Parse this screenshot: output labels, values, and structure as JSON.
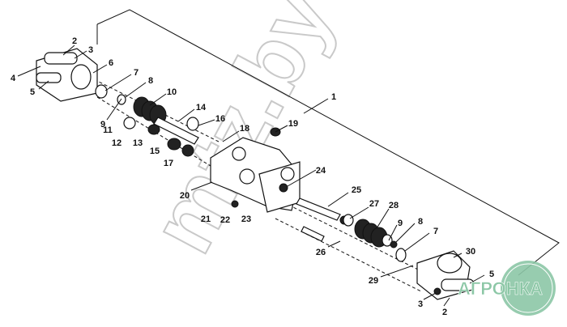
{
  "diagram": {
    "labels": [
      "1",
      "2",
      "3",
      "4",
      "5",
      "6",
      "7",
      "8",
      "9",
      "10",
      "11",
      "12",
      "13",
      "14",
      "15",
      "16",
      "17",
      "18",
      "19",
      "20",
      "21",
      "22",
      "23",
      "24",
      "25",
      "26",
      "27",
      "28",
      "9",
      "8",
      "7",
      "30",
      "5",
      "29",
      "3",
      "2"
    ],
    "watermark": "mtz.by",
    "logo": "АГРОНКА",
    "logo_color": "#8cc7a6"
  }
}
